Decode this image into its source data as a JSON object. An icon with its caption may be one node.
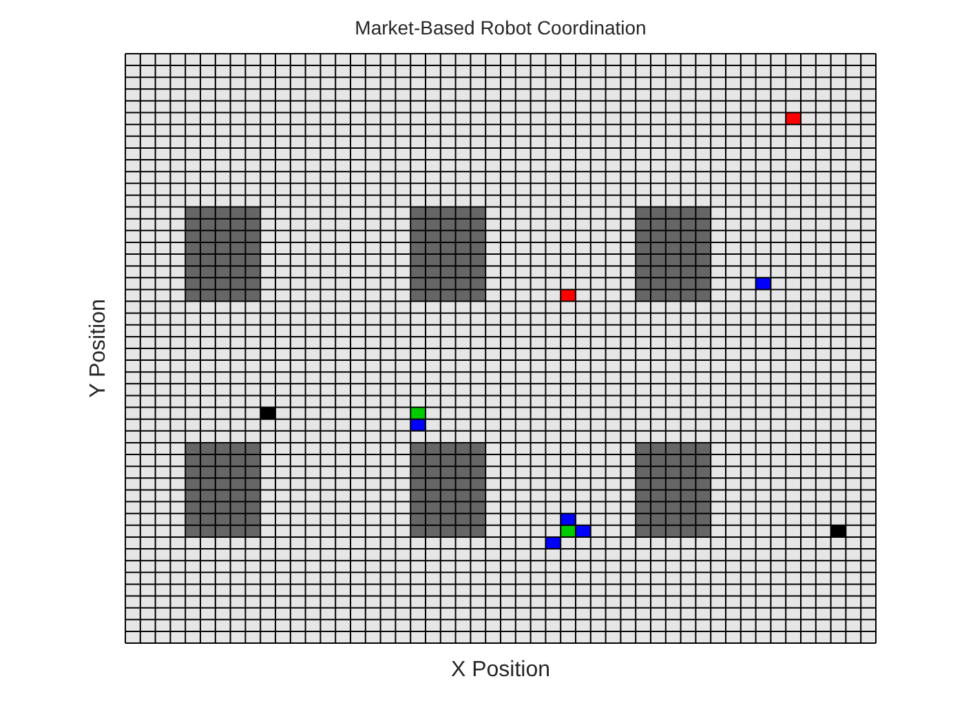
{
  "diagram": {
    "title": "Market-Based Robot Coordination",
    "labels": [
      "Y Position",
      "X Position"
    ]
  }
}
